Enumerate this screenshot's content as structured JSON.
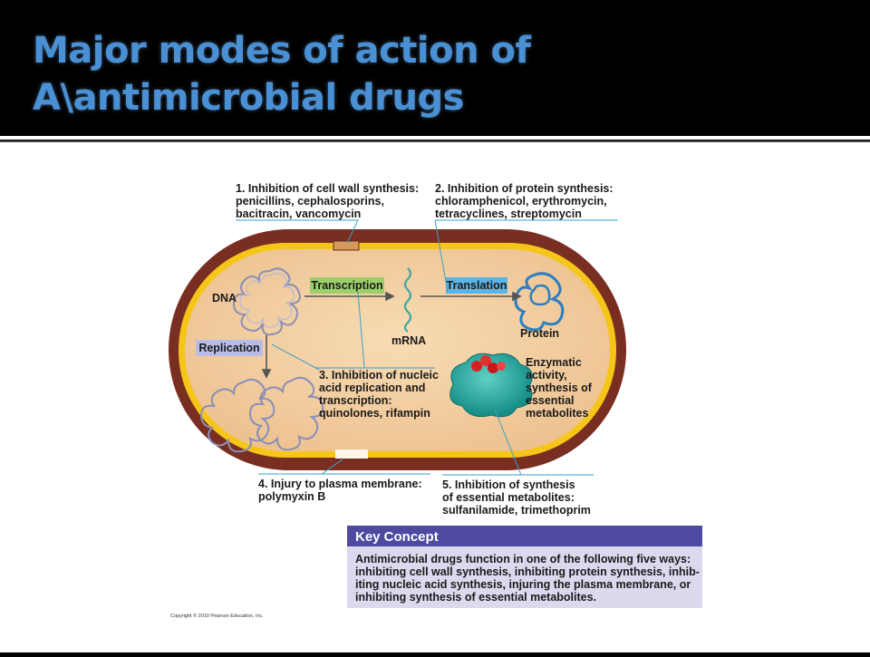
{
  "title": {
    "line1": "Major modes of action of",
    "line2": "A\\antimicrobial drugs"
  },
  "diagram": {
    "labels": {
      "dna": "DNA",
      "mrna": "mRNA",
      "protein": "Protein",
      "transcription": "Transcription",
      "translation": "Translation",
      "replication": "Replication",
      "enzymatic": [
        "Enzymatic",
        "activity,",
        "synthesis of",
        "essential",
        "metabolites"
      ]
    },
    "callouts": {
      "c1": [
        "1. Inhibition of cell wall synthesis:",
        "penicillins, cephalosporins,",
        "bacitracin, vancomycin"
      ],
      "c2": [
        "2. Inhibition of protein synthesis:",
        "chloramphenicol, erythromycin,",
        "tetracyclines, streptomycin"
      ],
      "c3": [
        "3. Inhibition of nucleic",
        "acid replication and",
        "transcription:",
        "quinolones, rifampin"
      ],
      "c4": [
        "4. Injury to plasma membrane:",
        "polymyxin B"
      ],
      "c5": [
        "5. Inhibition of synthesis",
        "of essential metabolites:",
        "sulfanilamide, trimethoprim"
      ]
    },
    "key_concept": {
      "heading": "Key Concept",
      "body": [
        "Antimicrobial drugs function in one of the following five ways:",
        "inhibiting cell wall synthesis, inhibiting protein synthesis, inhib-",
        "iting nucleic acid synthesis, injuring the plasma membrane, or",
        "inhibiting synthesis of essential metabolites."
      ]
    },
    "copyright": "Copyright © 2010 Pearson Education, Inc.",
    "colors": {
      "cell_wall": "#7a2e22",
      "membrane": "#f5c518",
      "cytoplasm": "#f4d2a6",
      "transcription_pill": "#9ccf6a",
      "translation_pill": "#5ab4e8",
      "replication_pill": "#b7bde6",
      "key_header": "#4d4aa0",
      "key_body": "#dcd8ee",
      "title": "#4a90d4"
    }
  }
}
